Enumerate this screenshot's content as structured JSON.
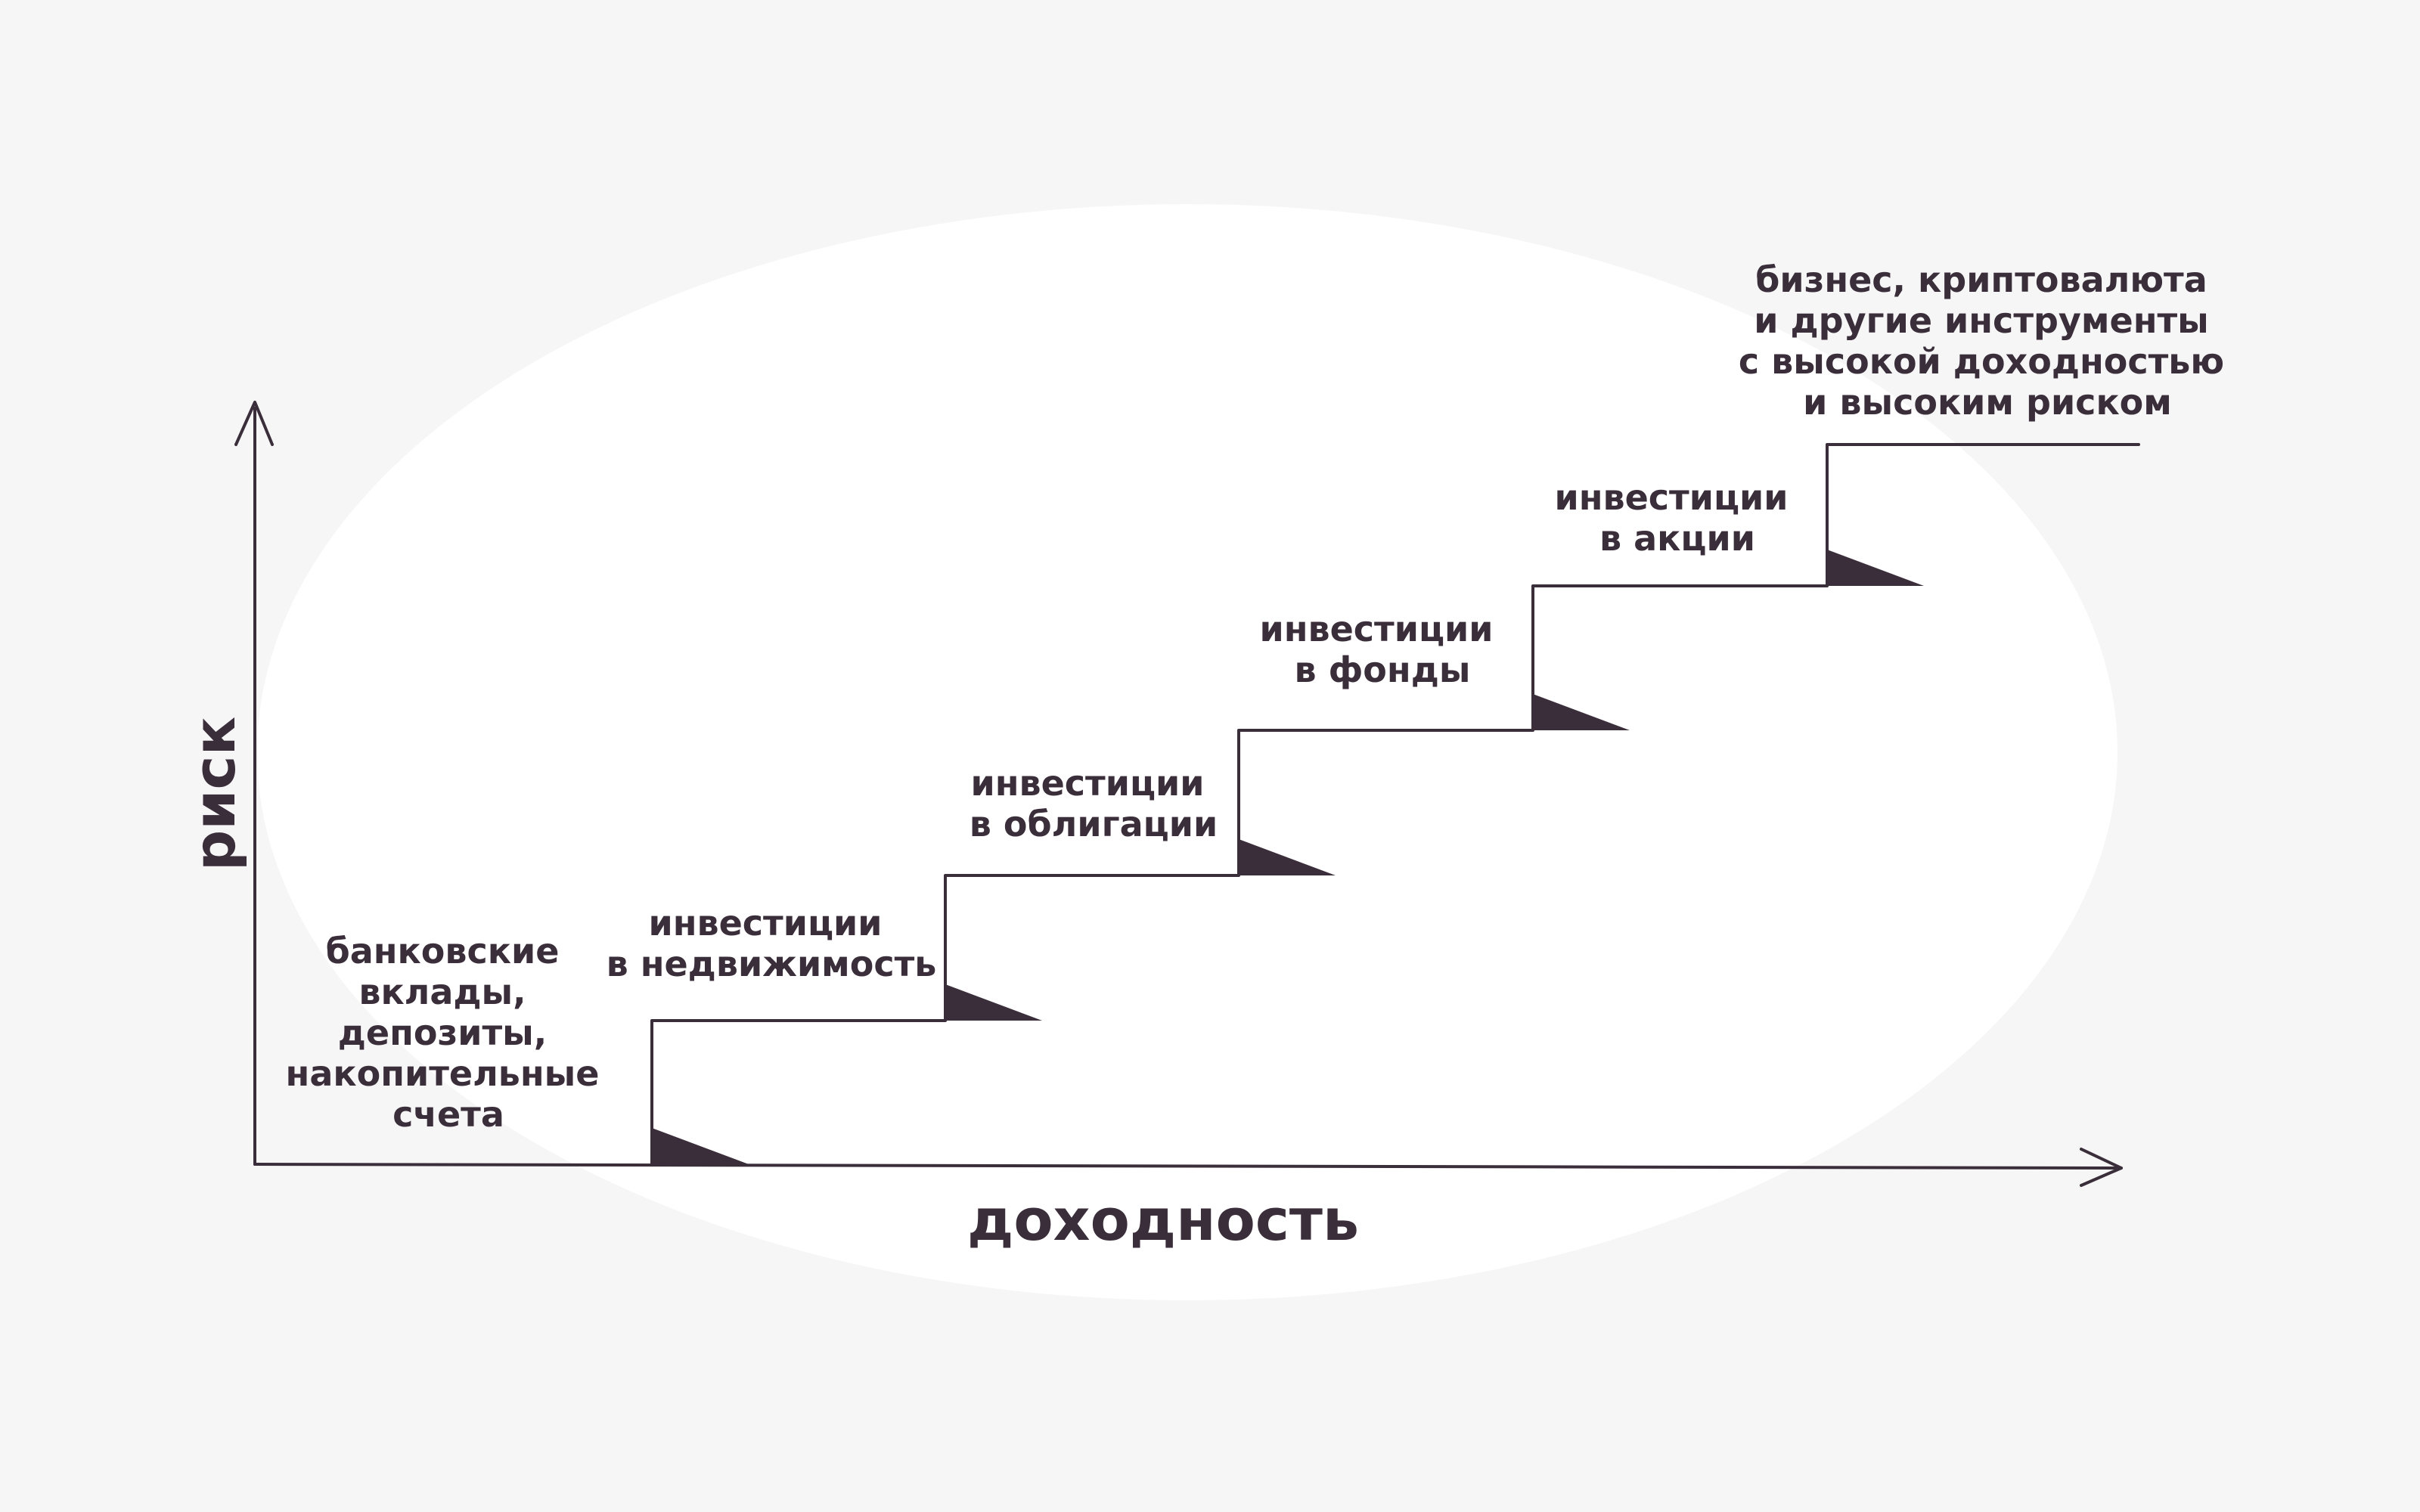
{
  "axes": {
    "y_label": "риск",
    "x_label": "доходность"
  },
  "steps": [
    {
      "lines": [
        "банковские",
        "вклады,",
        "депозиты,",
        "накопительные",
        "счета"
      ]
    },
    {
      "lines": [
        "инвестиции",
        "в недвижимость"
      ]
    },
    {
      "lines": [
        "инвестиции",
        "в облигации"
      ]
    },
    {
      "lines": [
        "инвестиции",
        "в фонды"
      ]
    },
    {
      "lines": [
        "инвестиции",
        "в акции"
      ]
    },
    {
      "lines": [
        "бизнес, криптовалюта",
        "и другие инструменты",
        "с высокой доходностью",
        "и высоким риском"
      ]
    }
  ],
  "colors": {
    "ink": "#3a2e3a",
    "background": "#f6f6f6",
    "oval": "#ffffff"
  }
}
